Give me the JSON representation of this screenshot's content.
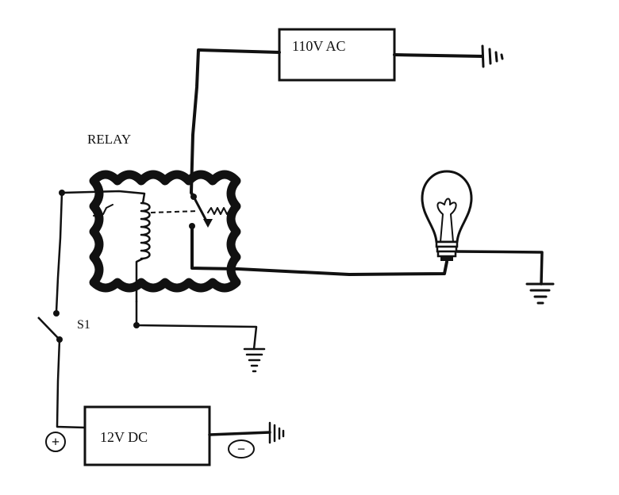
{
  "labels": {
    "ac_source": "110V AC",
    "relay": "RELAY",
    "switch": "S1",
    "dc_source": "12V DC",
    "positive_terminal": "+",
    "negative_terminal": "−"
  },
  "colors": {
    "ink": "#111111",
    "background": "#ffffff"
  }
}
